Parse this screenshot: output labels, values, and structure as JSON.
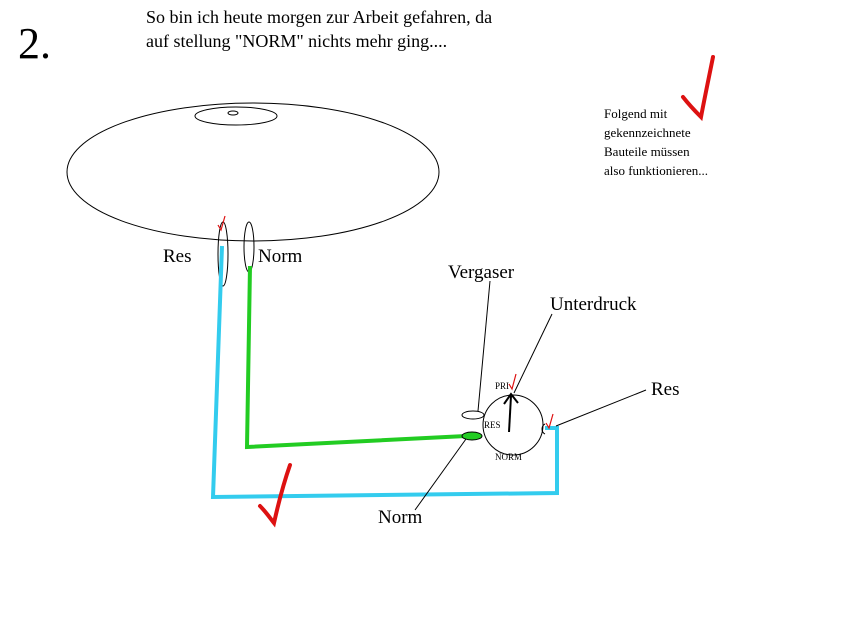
{
  "step_number": "2.",
  "title": {
    "line1": "So bin ich heute morgen zur Arbeit gefahren, da",
    "line2": "auf stellung \"NORM\" nichts mehr ging...."
  },
  "note": {
    "line1": "Folgend mit",
    "line2": "gekennzeichnete",
    "line3": "Bauteile müssen",
    "line4": "also funktionieren..."
  },
  "labels": {
    "res_left": "Res",
    "norm_top": "Norm",
    "vergaser": "Vergaser",
    "unterdruck": "Unterdruck",
    "res_right": "Res",
    "norm_bottom": "Norm"
  },
  "valve": {
    "pri": "PRI",
    "res": "RES",
    "norm": "NORM"
  },
  "colors": {
    "reserve_line": "#33ccee",
    "normal_line": "#22cc22",
    "checkmark": "#dd1111"
  }
}
